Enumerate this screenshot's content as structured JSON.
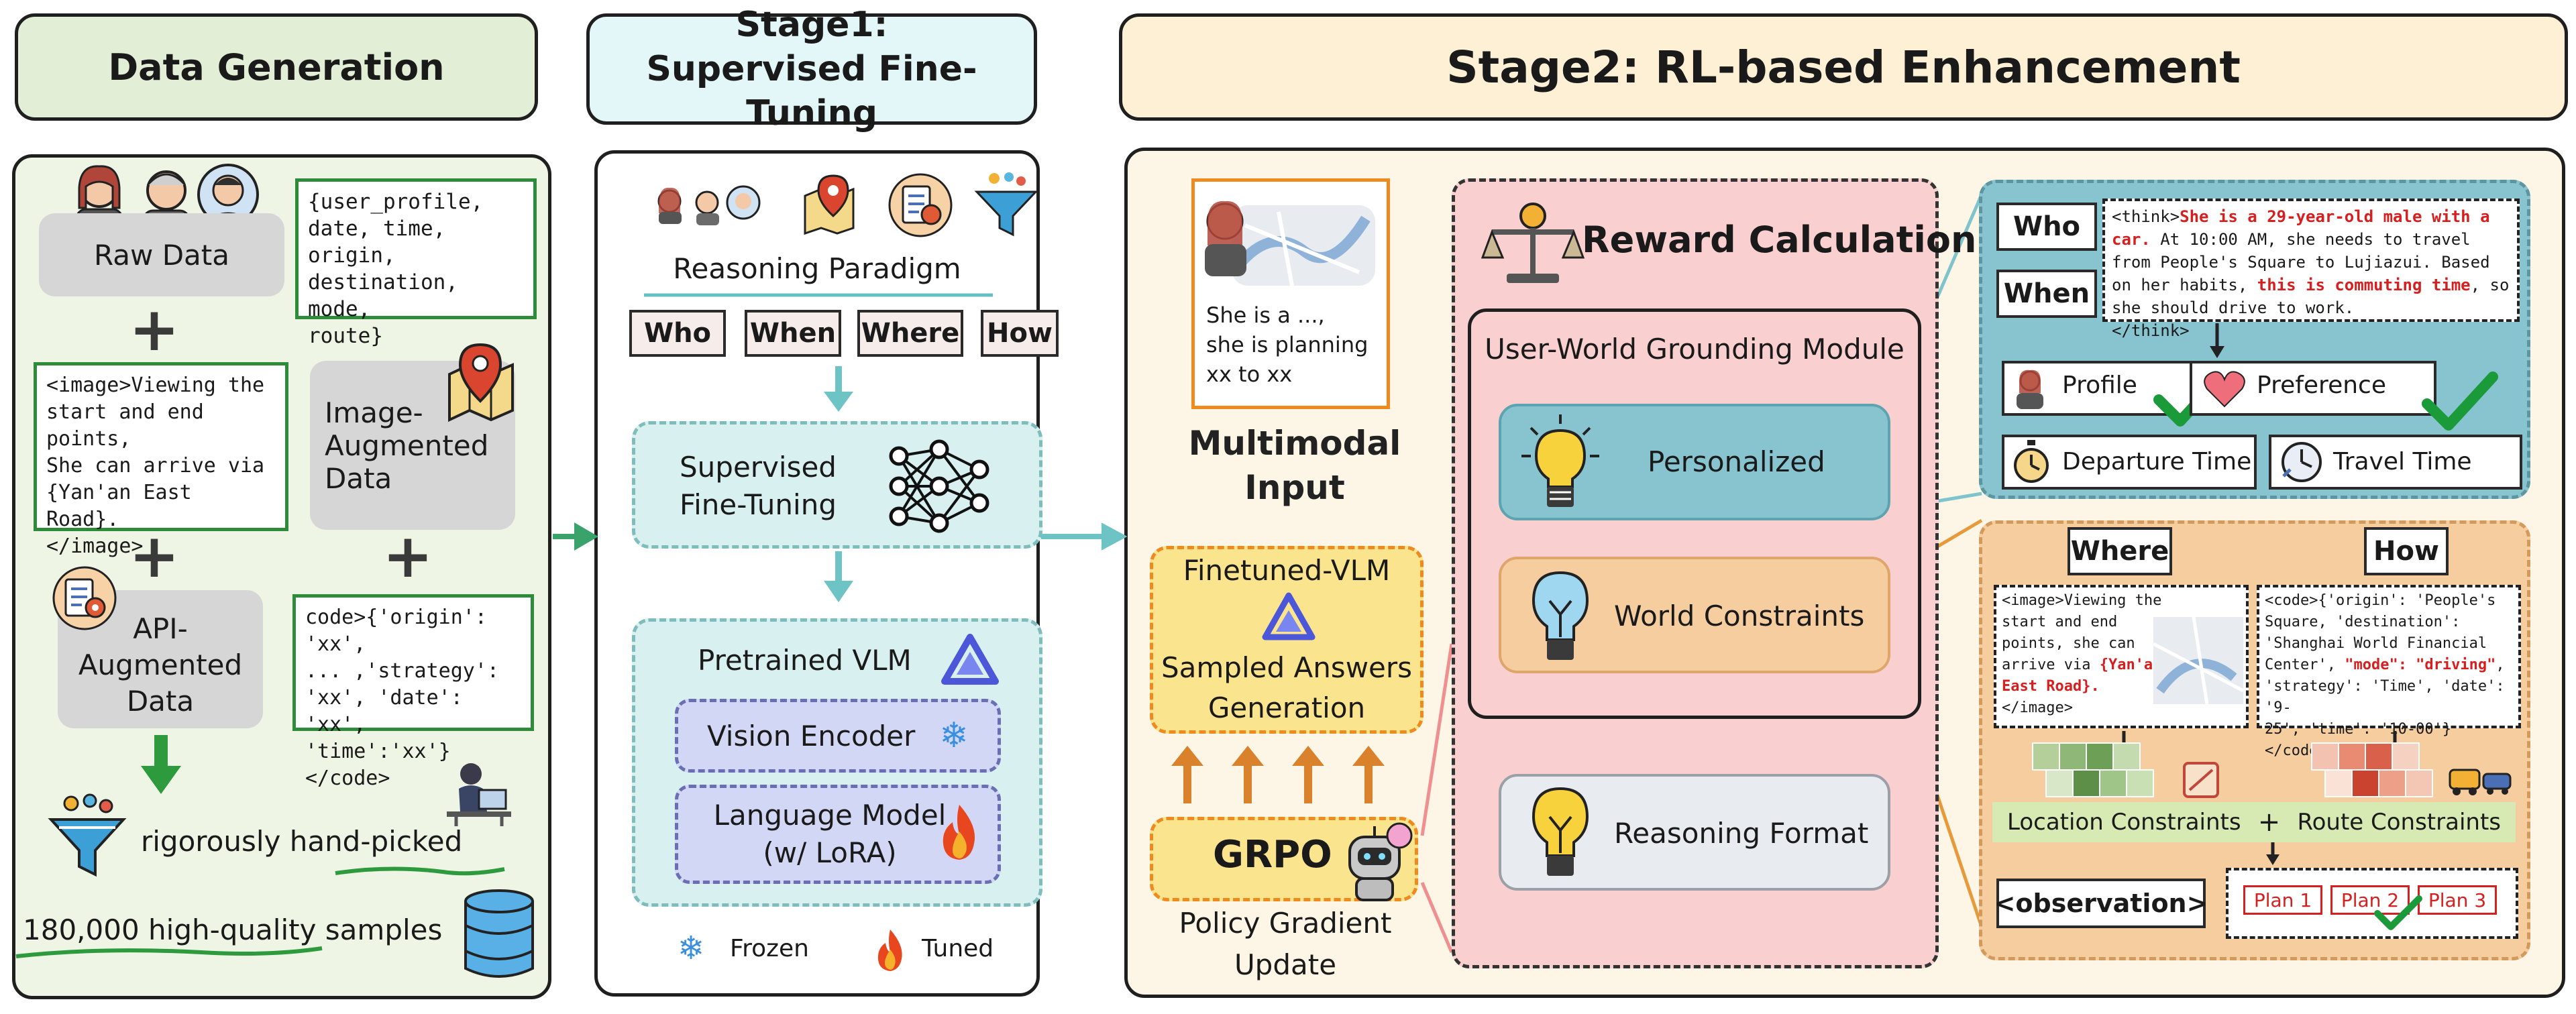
{
  "headers": {
    "data_generation": "Data Generation",
    "stage1": "Stage1:\nSupervised Fine-Tuning",
    "stage2": "Stage2: RL-based Enhancement"
  },
  "data_gen": {
    "raw_data": "Raw Data",
    "schema": "{user_profile,\ndate, time, origin,\ndestination, mode,\nroute}",
    "image_text": "<image>Viewing the\nstart and end points,\nShe can arrive via\n{Yan'an East Road}.\n</image>",
    "image_aug": "Image-\nAugmented\nData",
    "api_aug": "API-\nAugmented\nData",
    "code_text": "code>{'origin': 'xx',\n... ,'strategy':\n'xx', 'date': 'xx',\n'time':'xx'}</code>",
    "handpicked": "rigorously hand-picked",
    "samples": "180,000 high-quality samples"
  },
  "stage1": {
    "reasoning_paradigm": "Reasoning Paradigm",
    "tags": [
      "Who",
      "When",
      "Where",
      "How"
    ],
    "sft": "Supervised\nFine-Tuning",
    "pretrained": "Pretrained VLM",
    "vision_encoder": "Vision Encoder",
    "language_model": "Language Model\n(w/ LoRA)",
    "frozen": "Frozen",
    "tuned": "Tuned"
  },
  "stage2": {
    "input_caption": "She is a ...,\nshe is planning\nxx to xx",
    "multimodal_input": "Multimodal\nInput",
    "finetuned_vlm": "Finetuned-VLM",
    "sampled": "Sampled Answers\nGeneration",
    "grpo": "GRPO",
    "policy": "Policy Gradient\nUpdate",
    "reward_title": "Reward Calculation",
    "module_title": "User-World Grounding Module",
    "personalized": "Personalized",
    "world_constraints": "World Constraints",
    "reasoning_format": "Reasoning Format",
    "who": "Who",
    "when": "When",
    "think_pre": "<think>",
    "think_red1": "She is a 29-year-old male with a car.",
    "think_mid": " At 10:00 AM, she needs to travel from People's Square to Lujiazui. Based on her habits, ",
    "think_red2": "this is commuting time",
    "think_post": ", so she should drive to work.\n</think>",
    "profile": "Profile",
    "preference": "Preference",
    "departure": "Departure Time",
    "travel": "Travel Time",
    "where": "Where",
    "how": "How",
    "where_pre": "<image>Viewing the\nstart and end\npoints, she can\narrive via ",
    "where_red": "{Yan'an\nEast Road}.",
    "where_post": "\n</image>",
    "how_pre": "<code>{'origin': 'People's\nSquare, 'destination':\n'Shanghai World Financial\nCenter', ",
    "how_red": "\"mode\": \"driving\"",
    "how_post": ",\n'strategy': 'Time', 'date': '9-\n25', 'time': '10-00'}</code>",
    "location_constraints": "Location Constraints",
    "route_constraints": "Route Constraints",
    "observation": "<observation>",
    "plans": [
      "Plan 1",
      "Plan 2",
      "Plan 3"
    ]
  },
  "colors": {
    "green_panel": "#eef5e4",
    "teal_panel": "#e7f6f5",
    "cream_panel": "#fdf6e6",
    "pink_panel": "#f9cfcf",
    "blue_panel": "#87c4cf",
    "orange_panel": "#f6cd9f",
    "check_green": "#1b9a3a",
    "accent_red": "#d61f1f"
  },
  "icons": [
    "people-icon",
    "map-pin-icon",
    "gear-document-icon",
    "funnel-icon",
    "database-icon",
    "neural-net-icon",
    "snowflake-icon",
    "flame-icon",
    "scales-icon",
    "lightbulb-icon",
    "robot-icon",
    "checkmark-icon",
    "heart-icon",
    "stopwatch-icon",
    "clock-icon"
  ]
}
